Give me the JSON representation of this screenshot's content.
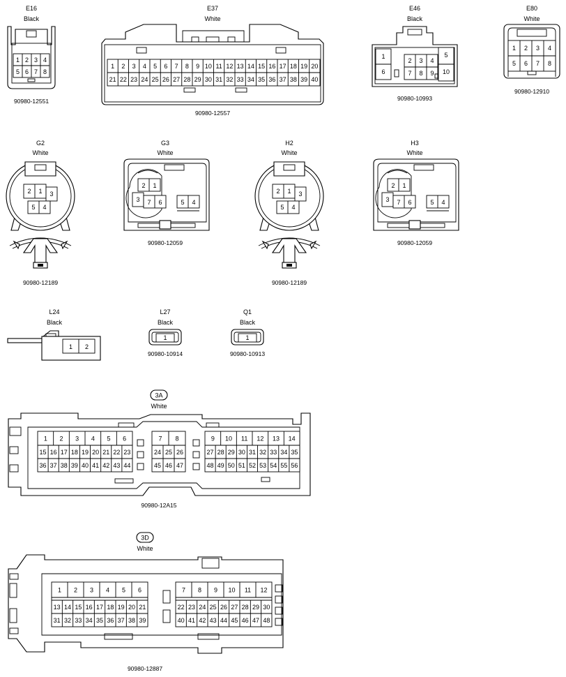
{
  "connectors": {
    "E16": {
      "code": "E16",
      "color": "Black",
      "part": "90980-12551",
      "pins_top": [
        "1",
        "2",
        "3",
        "4"
      ],
      "pins_bottom": [
        "5",
        "6",
        "7",
        "8"
      ]
    },
    "E37": {
      "code": "E37",
      "color": "White",
      "part": "90980-12557",
      "pins_top": [
        "1",
        "2",
        "3",
        "4",
        "5",
        "6",
        "7",
        "8",
        "9",
        "10",
        "11",
        "12",
        "13",
        "14",
        "15",
        "16",
        "17",
        "18",
        "19",
        "20"
      ],
      "pins_bottom": [
        "21",
        "22",
        "23",
        "24",
        "25",
        "26",
        "27",
        "28",
        "29",
        "30",
        "31",
        "32",
        "33",
        "34",
        "35",
        "36",
        "37",
        "38",
        "39",
        "40"
      ]
    },
    "E46": {
      "code": "E46",
      "color": "Black",
      "part": "90980-10993",
      "pins": [
        "1",
        "6",
        "2",
        "3",
        "4",
        "7",
        "8",
        "9",
        "5",
        "10"
      ]
    },
    "E80": {
      "code": "E80",
      "color": "White",
      "part": "90980-12910",
      "pins_top": [
        "1",
        "2",
        "3",
        "4"
      ],
      "pins_bottom": [
        "5",
        "6",
        "7",
        "8"
      ]
    },
    "G2": {
      "code": "G2",
      "color": "White",
      "part": "90980-12189",
      "pins": [
        "2",
        "1",
        "3",
        "5",
        "4"
      ]
    },
    "G3": {
      "code": "G3",
      "color": "White",
      "part": "90980-12059",
      "pins": [
        "2",
        "1",
        "3",
        "7",
        "6",
        "5",
        "4"
      ]
    },
    "H2": {
      "code": "H2",
      "color": "White",
      "part": "90980-12189",
      "pins": [
        "2",
        "1",
        "3",
        "5",
        "4"
      ]
    },
    "H3": {
      "code": "H3",
      "color": "White",
      "part": "90980-12059",
      "pins": [
        "2",
        "1",
        "3",
        "7",
        "6",
        "5",
        "4"
      ]
    },
    "L24": {
      "code": "L24",
      "color": "Black",
      "part": "",
      "pins": [
        "1",
        "2"
      ]
    },
    "L27": {
      "code": "L27",
      "color": "Black",
      "part": "90980-10914",
      "pins": [
        "1"
      ]
    },
    "Q1": {
      "code": "Q1",
      "color": "Black",
      "part": "90980-10913",
      "pins": [
        "1"
      ]
    },
    "3A": {
      "code": "3A",
      "color": "White",
      "part": "90980-12A15",
      "row1_a": [
        "1",
        "2",
        "3",
        "4",
        "5",
        "6"
      ],
      "row2_a": [
        "15",
        "16",
        "17",
        "18",
        "19",
        "20",
        "21",
        "22",
        "23"
      ],
      "row3_a": [
        "36",
        "37",
        "38",
        "39",
        "40",
        "41",
        "42",
        "43",
        "44"
      ],
      "row1_b": [
        "7",
        "8"
      ],
      "row2_b": [
        "24",
        "25",
        "26"
      ],
      "row3_b": [
        "45",
        "46",
        "47"
      ],
      "row1_c": [
        "9",
        "10",
        "11",
        "12",
        "13",
        "14"
      ],
      "row2_c": [
        "27",
        "28",
        "29",
        "30",
        "31",
        "32",
        "33",
        "34",
        "35"
      ],
      "row3_c": [
        "48",
        "49",
        "50",
        "51",
        "52",
        "53",
        "54",
        "55",
        "56"
      ]
    },
    "3D": {
      "code": "3D",
      "color": "White",
      "part": "90980-12887",
      "row1_a": [
        "1",
        "2",
        "3",
        "4",
        "5",
        "6"
      ],
      "row2_a": [
        "13",
        "14",
        "15",
        "16",
        "17",
        "18",
        "19",
        "20",
        "21"
      ],
      "row3_a": [
        "31",
        "32",
        "33",
        "34",
        "35",
        "36",
        "37",
        "38",
        "39"
      ],
      "row1_b": [
        "7",
        "8",
        "9",
        "10",
        "11",
        "12"
      ],
      "row2_b": [
        "22",
        "23",
        "24",
        "25",
        "26",
        "27",
        "28",
        "29",
        "30"
      ],
      "row3_b": [
        "40",
        "41",
        "42",
        "43",
        "44",
        "45",
        "46",
        "47",
        "48"
      ]
    }
  }
}
